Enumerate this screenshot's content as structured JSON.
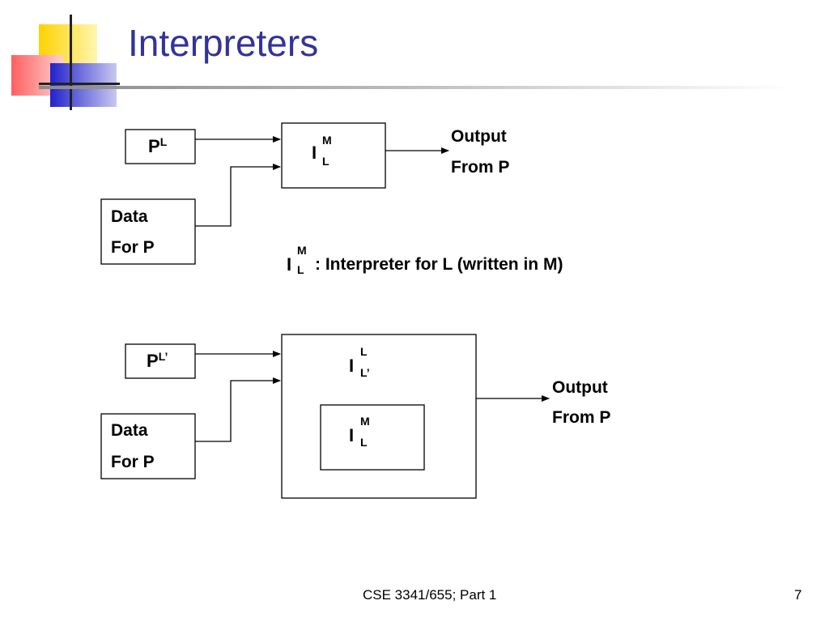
{
  "slide": {
    "title": "Interpreters",
    "footer_text": "CSE 3341/655; Part 1",
    "page_number": "7"
  },
  "top_diagram": {
    "program_box": {
      "letter": "P",
      "superscript": "L"
    },
    "data_box": {
      "line1": "Data",
      "line2": "For P"
    },
    "interpreter": {
      "symbol": "I",
      "superscript": "M",
      "subscript": "L"
    },
    "output": {
      "line1": "Output",
      "line2": "From P"
    }
  },
  "legend": {
    "symbol": "I",
    "superscript": "M",
    "subscript": "L",
    "text": ": Interpreter for L (written in M)"
  },
  "bottom_diagram": {
    "program_box": {
      "letter": "P",
      "superscript": "L’"
    },
    "data_box": {
      "line1": "Data",
      "line2": "For P"
    },
    "outer_interpreter": {
      "symbol": "I",
      "superscript": "L",
      "subscript": "L’"
    },
    "inner_interpreter": {
      "symbol": "I",
      "superscript": "M",
      "subscript": "L"
    },
    "output": {
      "line1": "Output",
      "line2": "From P"
    }
  }
}
